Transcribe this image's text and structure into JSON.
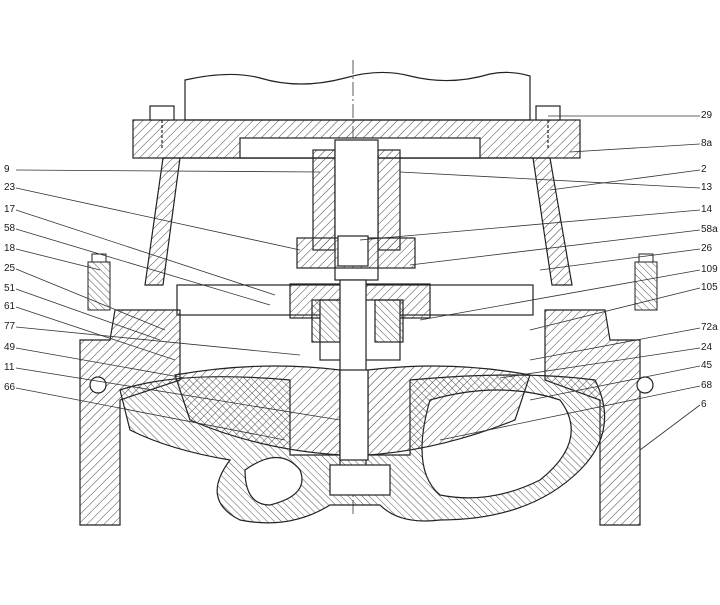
{
  "colors": {
    "line": "#222222",
    "hatch": "#444444",
    "background": "#ffffff"
  },
  "labels_left": [
    "9",
    "23",
    "17",
    "58",
    "18",
    "25",
    "51",
    "61",
    "77",
    "49",
    "11",
    "66"
  ],
  "labels_right": [
    "29",
    "8a",
    "2",
    "13",
    "14",
    "58a",
    "26",
    "109",
    "105",
    "72a",
    "24",
    "45",
    "68",
    "6"
  ]
}
